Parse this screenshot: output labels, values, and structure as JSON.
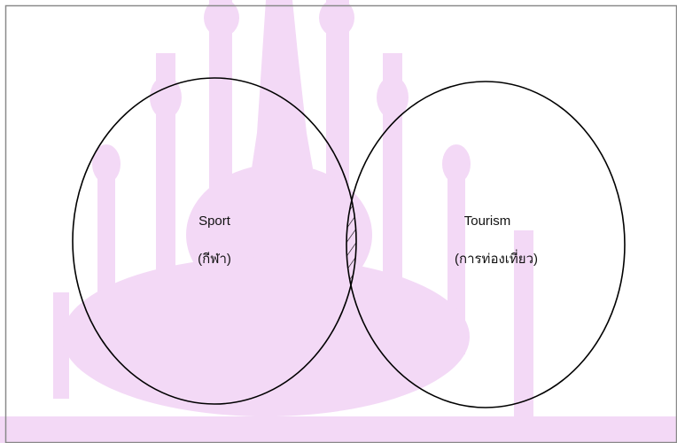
{
  "diagram": {
    "type": "venn",
    "sets": [
      {
        "label_en": "Sport",
        "label_th": "(กีฬา)"
      },
      {
        "label_en": "Tourism",
        "label_th": "(การท่องเที่ยว)"
      }
    ],
    "intersection": {
      "fill": "hatched"
    },
    "watermark": {
      "color": "#f3d9f6",
      "description": "Thai temple silhouette watermark"
    },
    "colors": {
      "outline": "#000000",
      "hatch": "#000000",
      "border": "#8a8a8a",
      "background": "#ffffff"
    }
  }
}
